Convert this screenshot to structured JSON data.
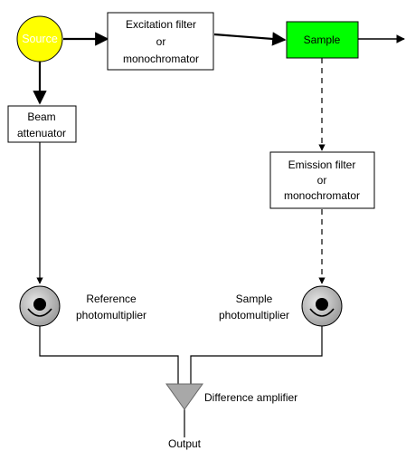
{
  "colors": {
    "source_fill": "#ffff00",
    "sample_fill": "#00ff00",
    "amplifier_fill": "#a8a8a8",
    "detector_fill": "#c0c0c0",
    "line": "#000000",
    "background": "#ffffff"
  },
  "nodes": {
    "source": {
      "label": "Source"
    },
    "excitation": {
      "label_line1": "Excitation filter",
      "label_line2": "or",
      "label_line3": "monochromator"
    },
    "sample": {
      "label": "Sample"
    },
    "attenuator": {
      "label_line1": "Beam",
      "label_line2": "attenuator"
    },
    "emission": {
      "label_line1": "Emission filter",
      "label_line2": "or",
      "label_line3": "monochromator"
    },
    "reference_pmt": {
      "label_line1": "Reference",
      "label_line2": "photomultiplier"
    },
    "sample_pmt": {
      "label_line1": "Sample",
      "label_line2": "photomultiplier"
    },
    "amplifier": {
      "label": "Difference amplifier"
    },
    "output": {
      "label": "Output"
    }
  },
  "icons": {
    "photomultiplier": "photomultiplier-icon",
    "amplifier": "amplifier-triangle-icon"
  }
}
